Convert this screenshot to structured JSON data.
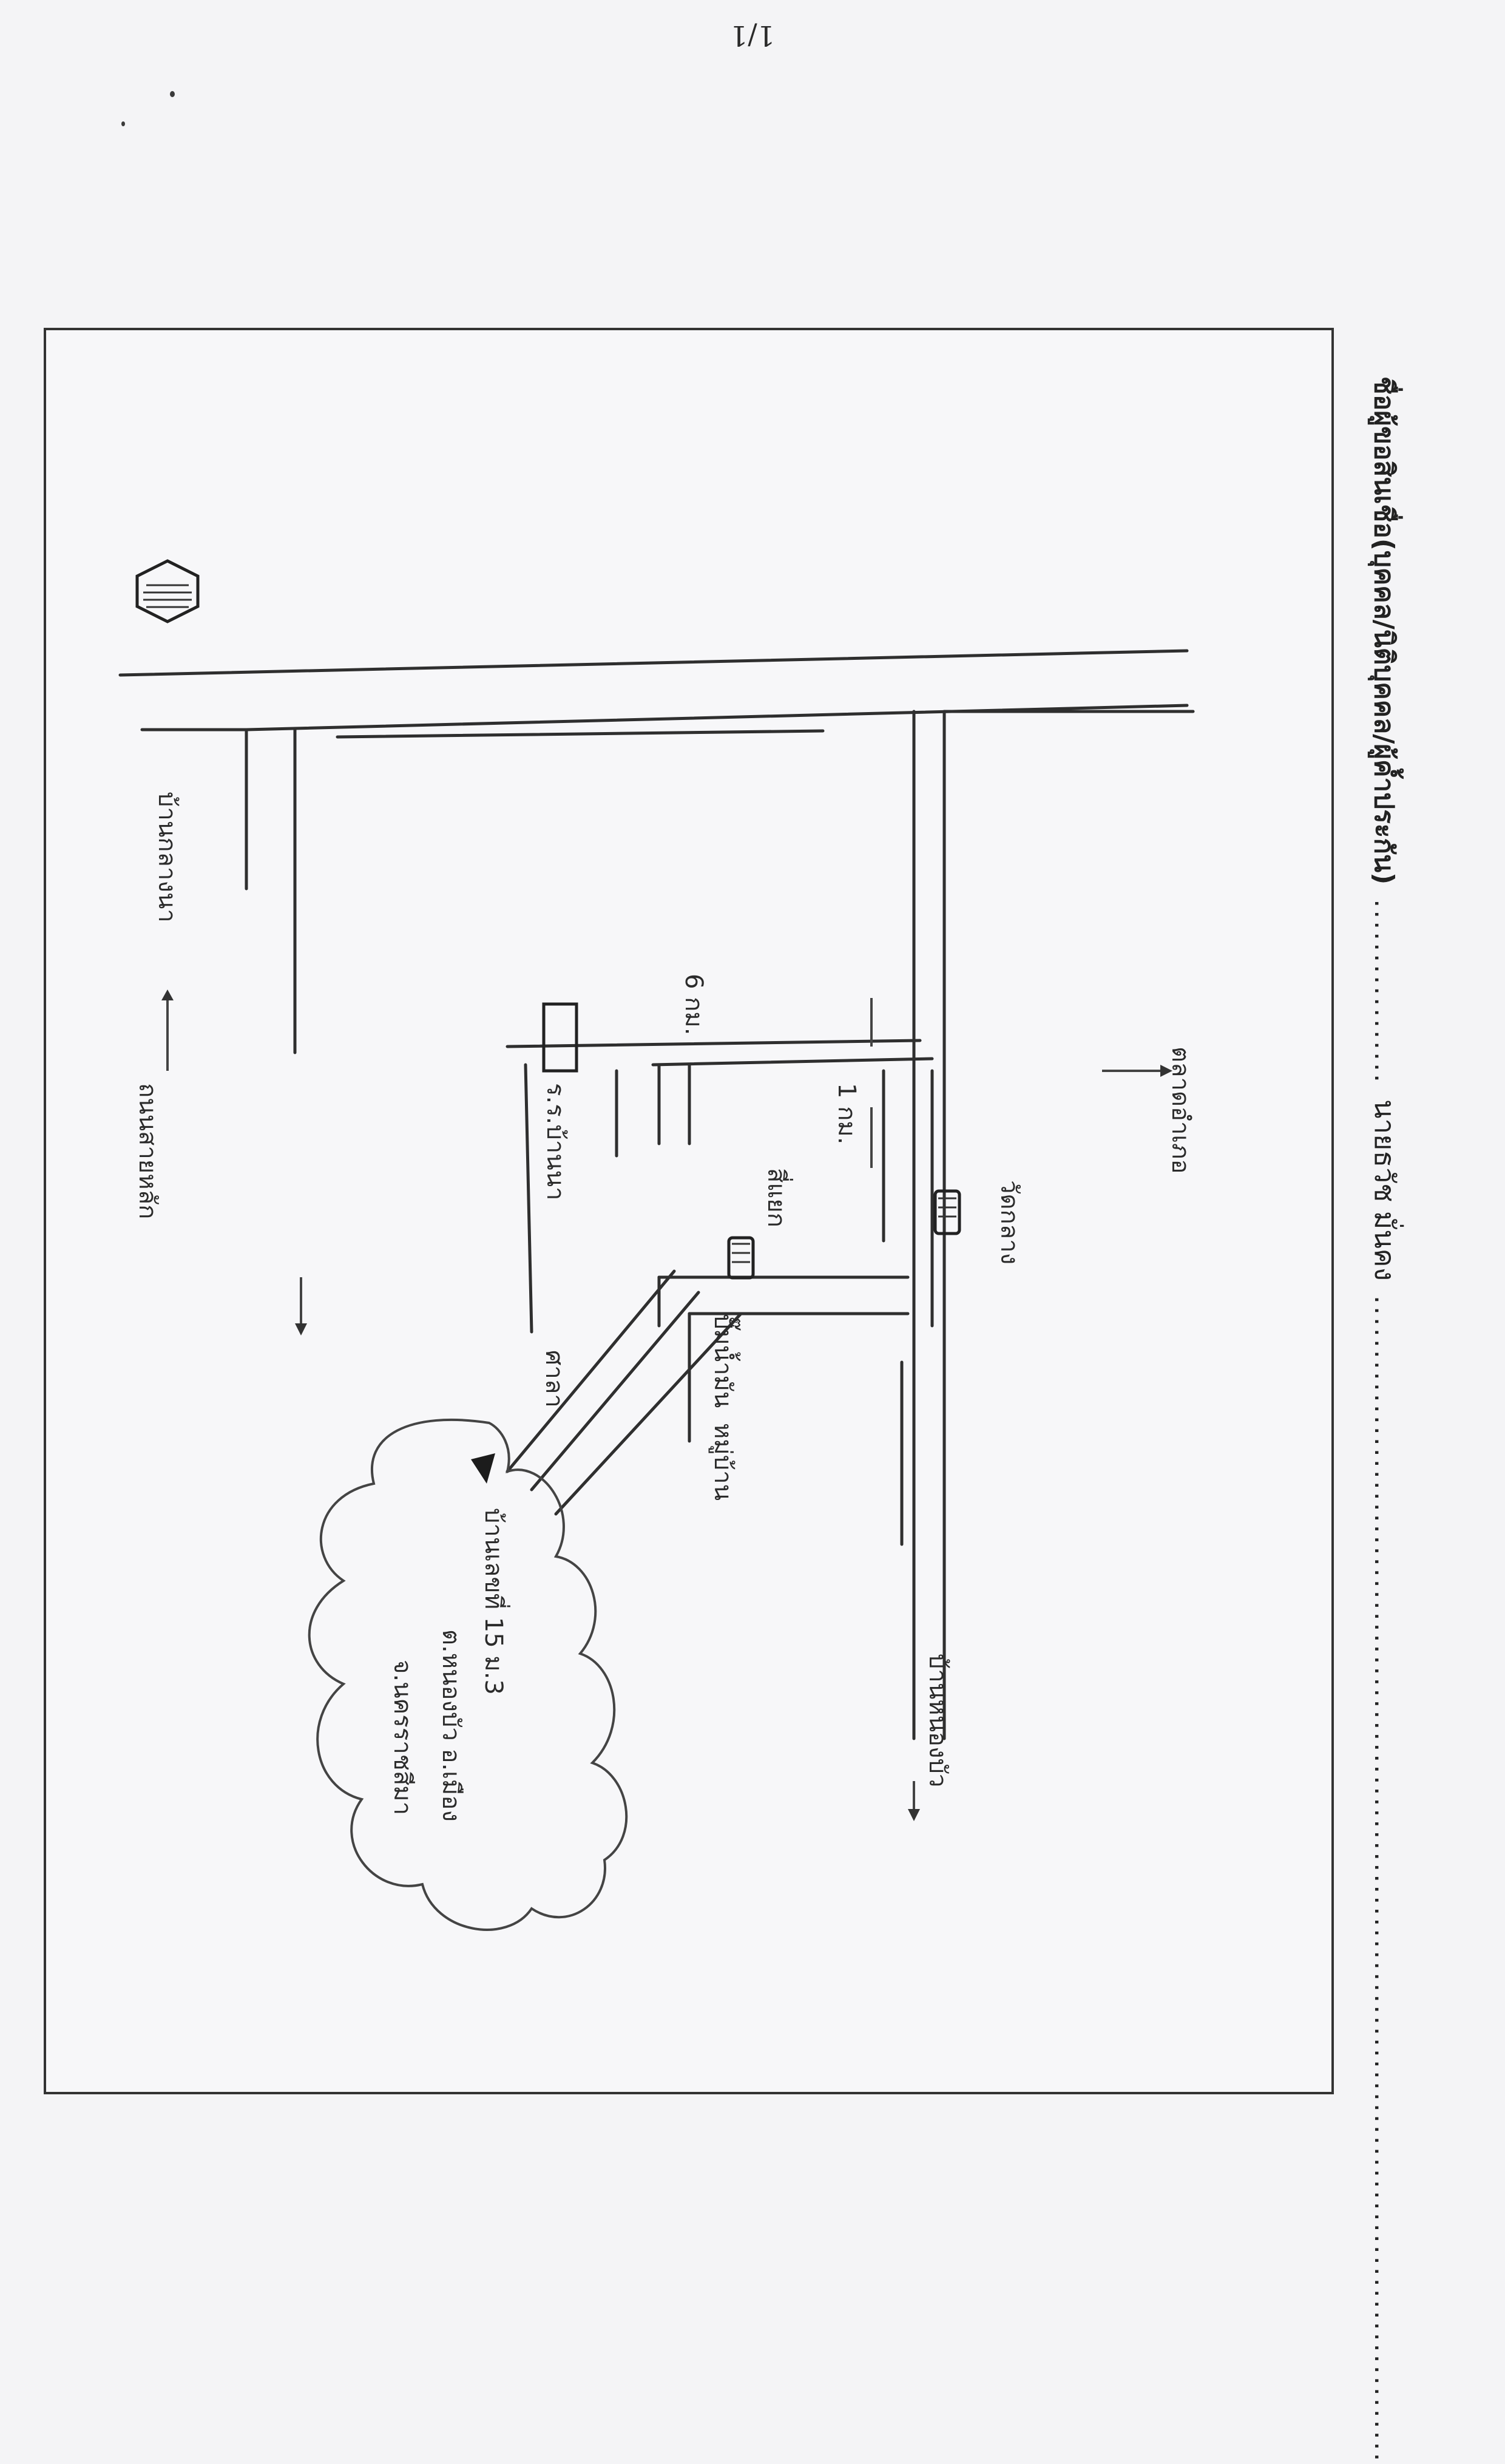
{
  "page_number": "1/1",
  "header": {
    "field_label": "ชื่อผู้ขอสินเชื่อ(บุคคล/นิติบุคคล/ผู้ค้ำประกัน)",
    "field_value": "นายธวัช มั่นคง"
  },
  "map": {
    "labels": {
      "top_left_place": "บ้านกลางนา",
      "top_right_place": "ตลาดอำเภอ",
      "left_road": "ถนนสายหลัก",
      "school": "ร.ร.บ้านนา",
      "road_1km": "1 กม.",
      "road_6km": "6 กม.",
      "cross_road": "สี่แยก",
      "temple": "วัดกลาง",
      "shop": "ปั๊มน้ำมัน",
      "village": "หมู่บ้าน",
      "bottom_road": "บ้านหนองบัว",
      "location_name": "บ้านเลขที่ 15 ม.3",
      "location_addr1": "ต.หนองบัว อ.เมือง",
      "location_addr2": "จ.นครราชสีมา",
      "temple_corner": "ศาลา"
    }
  }
}
